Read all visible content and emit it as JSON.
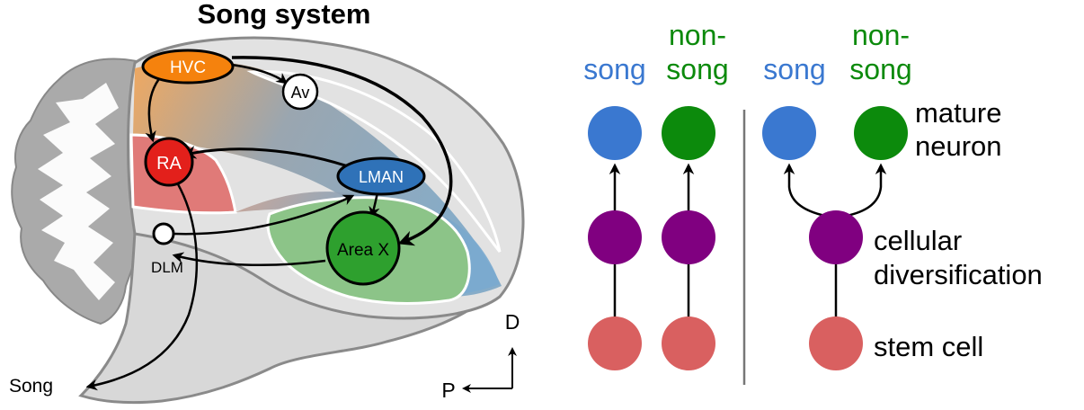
{
  "title": "Song system",
  "regions": {
    "hvc": "HVC",
    "av": "Av",
    "ra": "RA",
    "lman": "LMAN",
    "areax": "Area X",
    "dlm": "DLM"
  },
  "output_label": "Song",
  "axes": {
    "dorsal": "D",
    "posterior": "P"
  },
  "lineage": {
    "song_label": "song",
    "nonsong_line1": "non-",
    "nonsong_line2": "song",
    "mature_line1": "mature",
    "mature_line2": "neuron",
    "cellular_line1": "cellular",
    "cellular_line2": "diversification",
    "stem_label": "stem cell"
  },
  "colors": {
    "hvc": "#f5820d",
    "ra": "#e3201b",
    "lman": "#2f72b8",
    "areax": "#2ea02e",
    "song_blue": "#3a78d0",
    "nonsong_green": "#0c8a0c",
    "progenitor_purple": "#800080",
    "stem_red": "#d96060"
  }
}
